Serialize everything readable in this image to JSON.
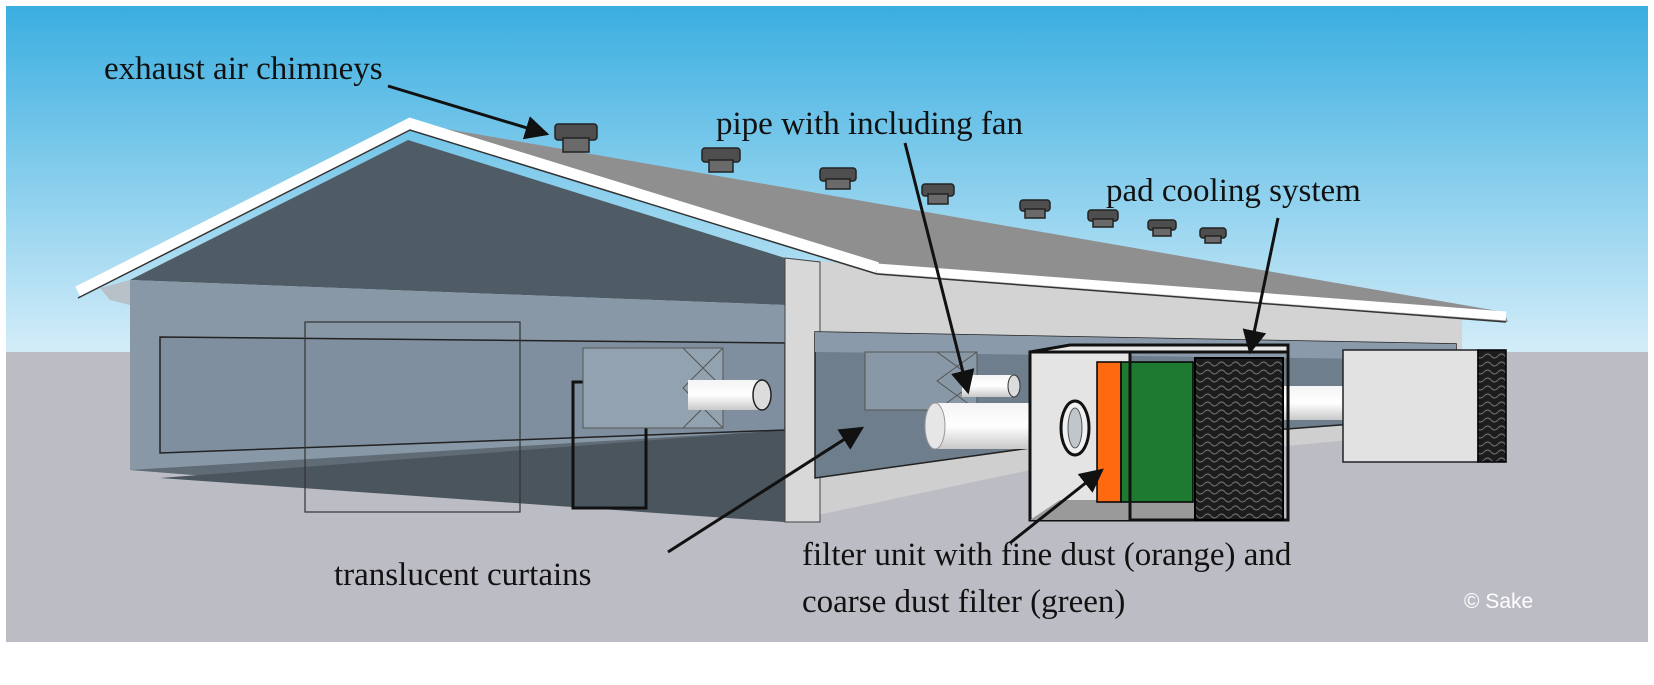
{
  "labels": {
    "exhaust_air_chimneys": "exhaust air chimneys",
    "pipe_with_fan": "pipe with including fan",
    "pad_cooling_system": "pad cooling system",
    "translucent_curtains": "translucent curtains",
    "filter_unit_line1": "filter unit with fine dust (orange) and",
    "filter_unit_line2": "coarse dust filter (green)"
  },
  "copyright": "© Sake",
  "colors": {
    "sky_top": "#3aaee0",
    "sky_bottom": "#d6eef9",
    "ground": "#bcbcc4",
    "roof": "#8e8e8e",
    "roof_edge": "#ffffff",
    "interior_dark": "#4e5a64",
    "concrete_wall": "#d2d2d2",
    "fine_filter": "#ff6a10",
    "coarse_filter": "#1e7a30",
    "pad_cooler": "#1a1a1a"
  }
}
